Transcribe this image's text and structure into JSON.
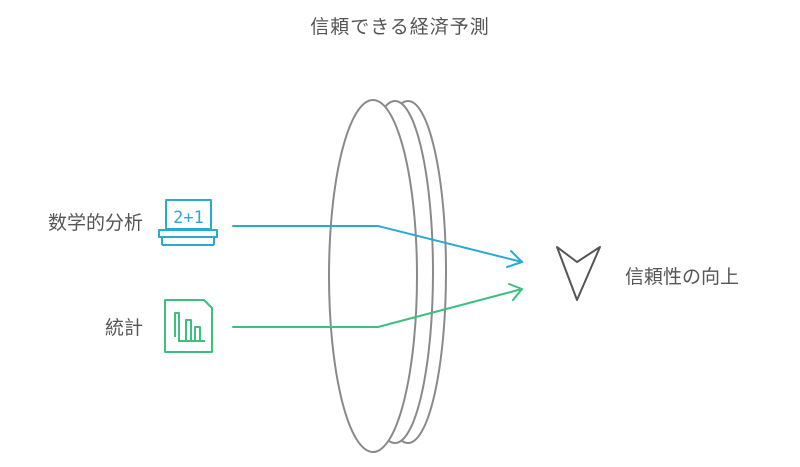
{
  "diagram": {
    "title": "信頼できる経済予測",
    "inputs": [
      {
        "label": "数学的分析",
        "icon_text": "2+1",
        "icon": "calculator-icon",
        "color": "#2aa9d6"
      },
      {
        "label": "統計",
        "icon": "bar-chart-document-icon",
        "color": "#3dbf7f"
      }
    ],
    "output": {
      "label": "信頼性の向上",
      "icon": "funnel-triangle-icon"
    },
    "lens": {
      "icon": "lens-icon",
      "color": "#8a8a8a"
    }
  }
}
